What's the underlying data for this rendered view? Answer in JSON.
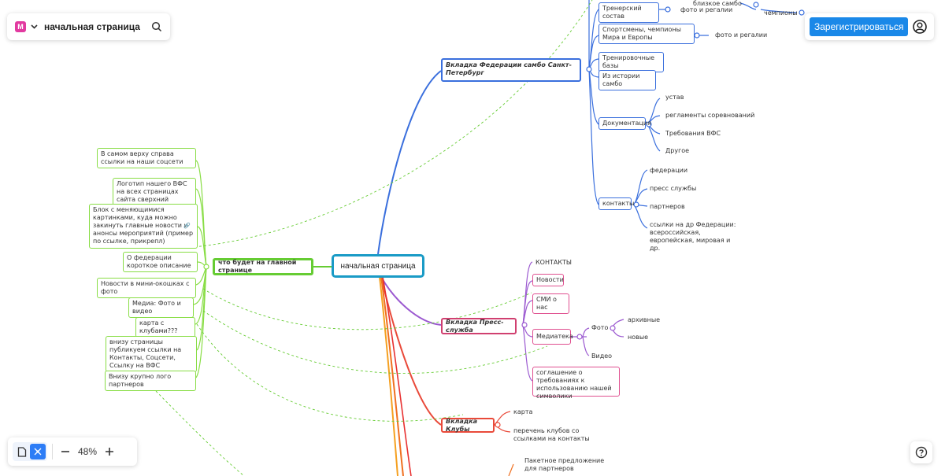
{
  "app": {
    "logo_letter": "M",
    "doc_title": "начальная страница",
    "register_label": "Зарегистрироваться",
    "zoom_level": "48%",
    "icons": [
      "app-logo-icon",
      "chevron-down-icon",
      "search-icon",
      "user-icon",
      "document-mode-icon",
      "mindmap-mode-icon",
      "zoom-out-icon",
      "zoom-in-icon",
      "help-icon"
    ],
    "accent_color": "#1a88e8"
  },
  "root": {
    "label": "начальная страница",
    "color": "#1a9bc6"
  },
  "left": {
    "main": "что будет на главной странице",
    "items": [
      "В самом верху справа ссылки на наши соцсети",
      "Логотип нашего ВФС на всех страницах сайта сверхний",
      "Блок с меняющимися картинками, куда можно закинуть главные новости и анонсы мероприятий (пример по ссылке, прикрепл)",
      "О федерации короткое описание",
      "Новости в мини-окошках с фото",
      "Медиа: Фото и видео",
      "карта с клубами???",
      "внизу страницы публикуем ссылки на Контакты, Соцсети, Ссылку на ВФС",
      "Внизу крупно лого партнеров"
    ],
    "link_icon": "🔗"
  },
  "federation": {
    "main": "Вкладка Федерации самбо Санкт-Петербург",
    "children": [
      "Тренерский состав",
      "Спортсмены, чемпионы Мира и Европы",
      "Тренировочные базы",
      "Из истории самбо",
      "Документация",
      "контакты"
    ],
    "top_partial": [
      "близкое самбо",
      "фото и регалии",
      "чемпионы"
    ],
    "trainers_sub": "фото и регалии",
    "athletes_sub": "фото и регалии",
    "docs_sub": [
      "устав",
      "регламенты соревнований",
      "Требования ВФС",
      "Другое"
    ],
    "contacts_sub": [
      "федерации",
      "пресс службы",
      "партнеров",
      "ссылки на др Федерации: всероссийская, европейская, мировая и др."
    ]
  },
  "press": {
    "main": "Вкладка Пресс-служба",
    "children": [
      "КОНТАКТЫ",
      "Новости",
      "СМИ о нас",
      "Медиатека",
      "соглашение о требованиях к использованию нашей символики"
    ],
    "media_sub": [
      "Фото",
      "Видео"
    ],
    "photo_sub": [
      "архивные",
      "новые"
    ]
  },
  "clubs": {
    "main": "Вкладка Клубы",
    "children": [
      "карта",
      "перечень клубов со ссылками на контакты"
    ]
  },
  "partners": {
    "child": "Пакетное предложение для партнеров"
  }
}
